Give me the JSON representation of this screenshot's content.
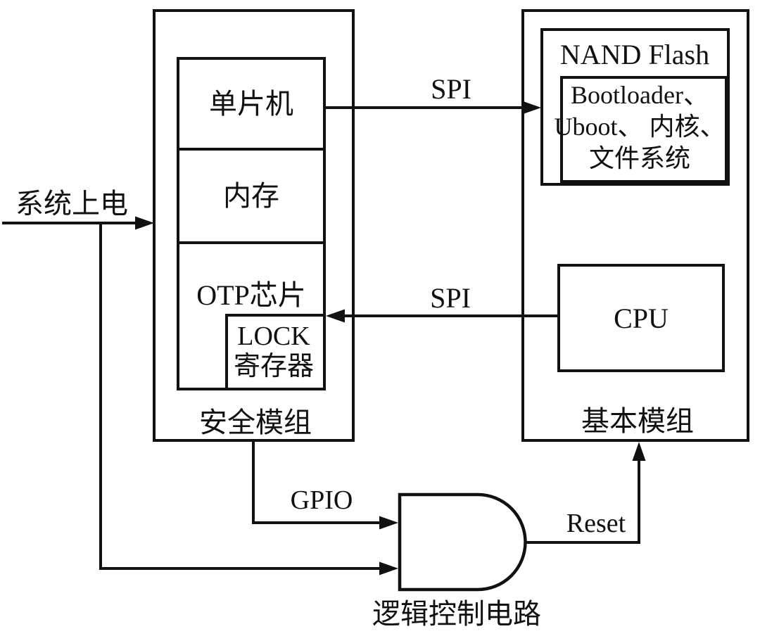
{
  "diagram": {
    "colors": {
      "background": "#ffffff",
      "ink": "#111111"
    },
    "power_label": "系统上电",
    "security_module": {
      "title": "安全模组",
      "mcu": "单片机",
      "memory": "内存",
      "otp": "OTP芯片",
      "lock_line1": "LOCK",
      "lock_line2": "寄存器"
    },
    "basic_module": {
      "title": "基本模组",
      "nand_title": "NAND Flash",
      "nand_line1": "Bootloader、",
      "nand_line2": "Uboot、 内核、",
      "nand_line3": "文件系统",
      "cpu": "CPU"
    },
    "buses": {
      "spi_top": "SPI",
      "spi_mid": "SPI",
      "gpio": "GPIO",
      "reset": "Reset"
    },
    "gate_label": "逻辑控制电路"
  }
}
